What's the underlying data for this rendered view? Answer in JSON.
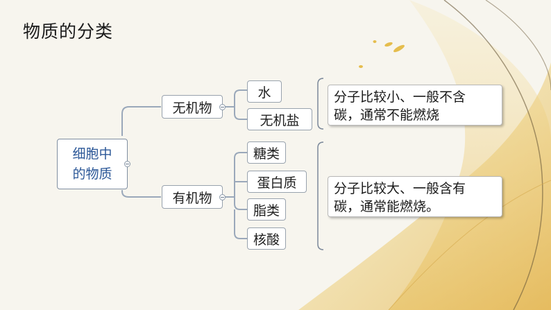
{
  "slide": {
    "title": "物质的分类"
  },
  "diagram": {
    "root": "细胞中\n的物质",
    "branches": [
      {
        "label": "无机物",
        "children": [
          "水",
          "无机盐"
        ],
        "note": "分子比较小、一般不含\n碳，通常不能燃烧"
      },
      {
        "label": "有机物",
        "children": [
          "糖类",
          "蛋白质",
          "脂类",
          "核酸"
        ],
        "note": "分子比较大、一般含有\n碳，通常能燃烧。"
      }
    ]
  },
  "colors": {
    "connector": "#9aa8ba",
    "root_text": "#2b5797",
    "feather": "#e8c76a"
  }
}
